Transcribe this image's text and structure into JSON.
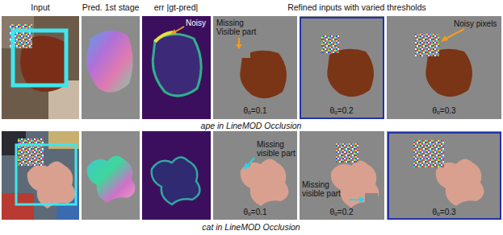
{
  "diagram": {
    "labels": [
      "Input",
      "Pred. 1st stage",
      "err |gt-pred|",
      "Refined inputs with varied thresholds",
      "Noisy",
      "Missing Visible part",
      "Noisy pixels",
      "θₒ=0.1",
      "θₒ=0.2",
      "θₒ=0.3",
      "ape in LineMOD Occlusion",
      "Missing visible part",
      "Missing visible part",
      "θₒ=0.1",
      "θₒ=0.2",
      "θₒ=0.3",
      "cat in LineMOD Occlusion"
    ]
  }
}
